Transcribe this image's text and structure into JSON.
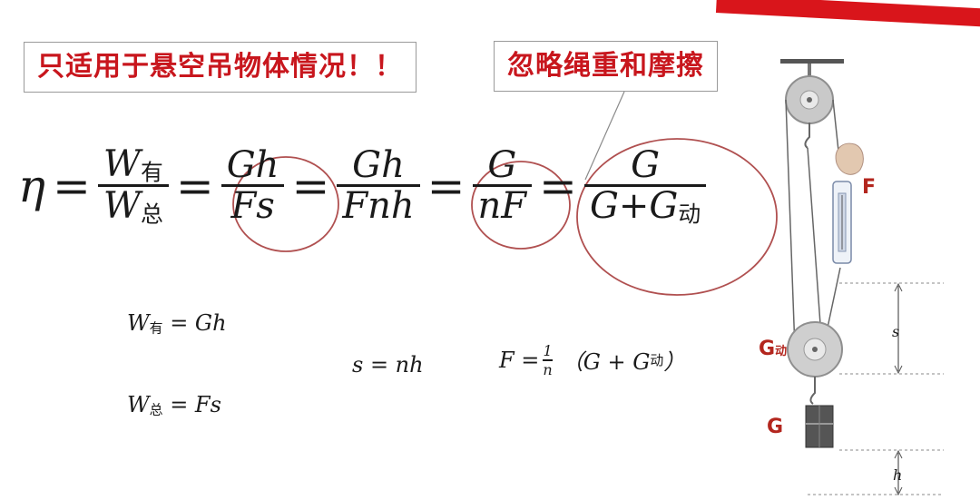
{
  "callouts": {
    "condition": "只适用于悬空吊物体情况！！",
    "ignore": "忽略绳重和摩擦"
  },
  "main_formula": {
    "eta": "η",
    "eq": "=",
    "f1": {
      "num_base": "W",
      "num_sub": "有",
      "den_base": "W",
      "den_sub": "总"
    },
    "f2": {
      "num": "Gh",
      "den": "Fs"
    },
    "f3": {
      "num": "Gh",
      "den": "Fnh"
    },
    "f4": {
      "num": "G",
      "den": "nF"
    },
    "f5": {
      "num": "G",
      "den_a": "G+G",
      "den_sub": "动"
    }
  },
  "defs": {
    "w_you": {
      "base": "W",
      "sub": "有",
      "rhs": "= Gh"
    },
    "w_zong": {
      "base": "W",
      "sub": "总",
      "rhs": "= Fs"
    },
    "s_rel": "s = nh",
    "f_rel": {
      "lhs": "F =",
      "num": "1",
      "den": "n",
      "rhs": "（G + G",
      "sub": "动",
      "close": "）"
    }
  },
  "diagram": {
    "label_F": "F",
    "label_G_moving": "G",
    "label_G_moving_sub": "动",
    "label_G": "G",
    "label_s": "s",
    "label_h": "h"
  },
  "colors": {
    "accent_red": "#c8161d",
    "label_red": "#b3261e",
    "ellipse": "#b05050"
  }
}
